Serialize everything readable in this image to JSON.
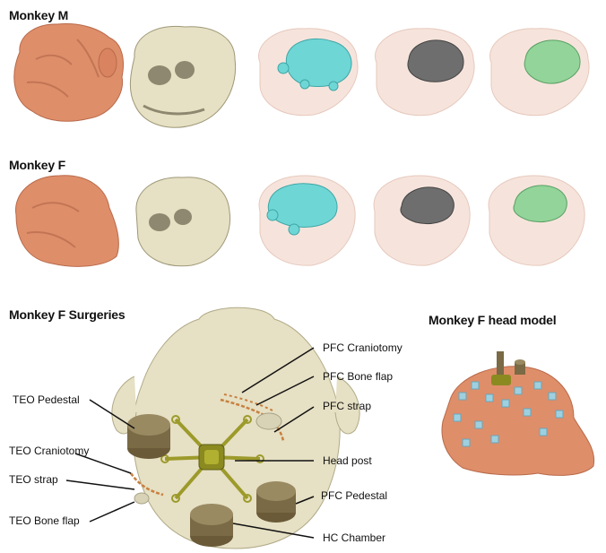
{
  "rows": [
    {
      "title": "Monkey M"
    },
    {
      "title": "Monkey F"
    }
  ],
  "surgeries": {
    "title": "Monkey F Surgeries",
    "labels": {
      "teo_pedestal": "TEO  Pedestal",
      "teo_craniotomy": "TEO Craniotomy",
      "teo_strap": "TEO strap",
      "teo_bone_flap": "TEO Bone flap",
      "pfc_craniotomy": "PFC Craniotomy",
      "pfc_bone_flap": "PFC Bone flap",
      "pfc_strap": "PFC strap",
      "head_post": "Head post",
      "pfc_pedestal": "PFC  Pedestal",
      "hc_chamber": "HC Chamber"
    }
  },
  "head_model": {
    "title": "Monkey F head model"
  },
  "colors": {
    "skin": "#df8e6a",
    "skull": "#e6e0c4",
    "ghost": "#f6e4dc",
    "cyan_brain": "#6fd6d6",
    "gray_brain": "#6e6e6e",
    "green_brain": "#92d49a",
    "implant": "#7a6a45",
    "headpost": "#9c9a2a",
    "electrode": "#9fd0e0"
  }
}
